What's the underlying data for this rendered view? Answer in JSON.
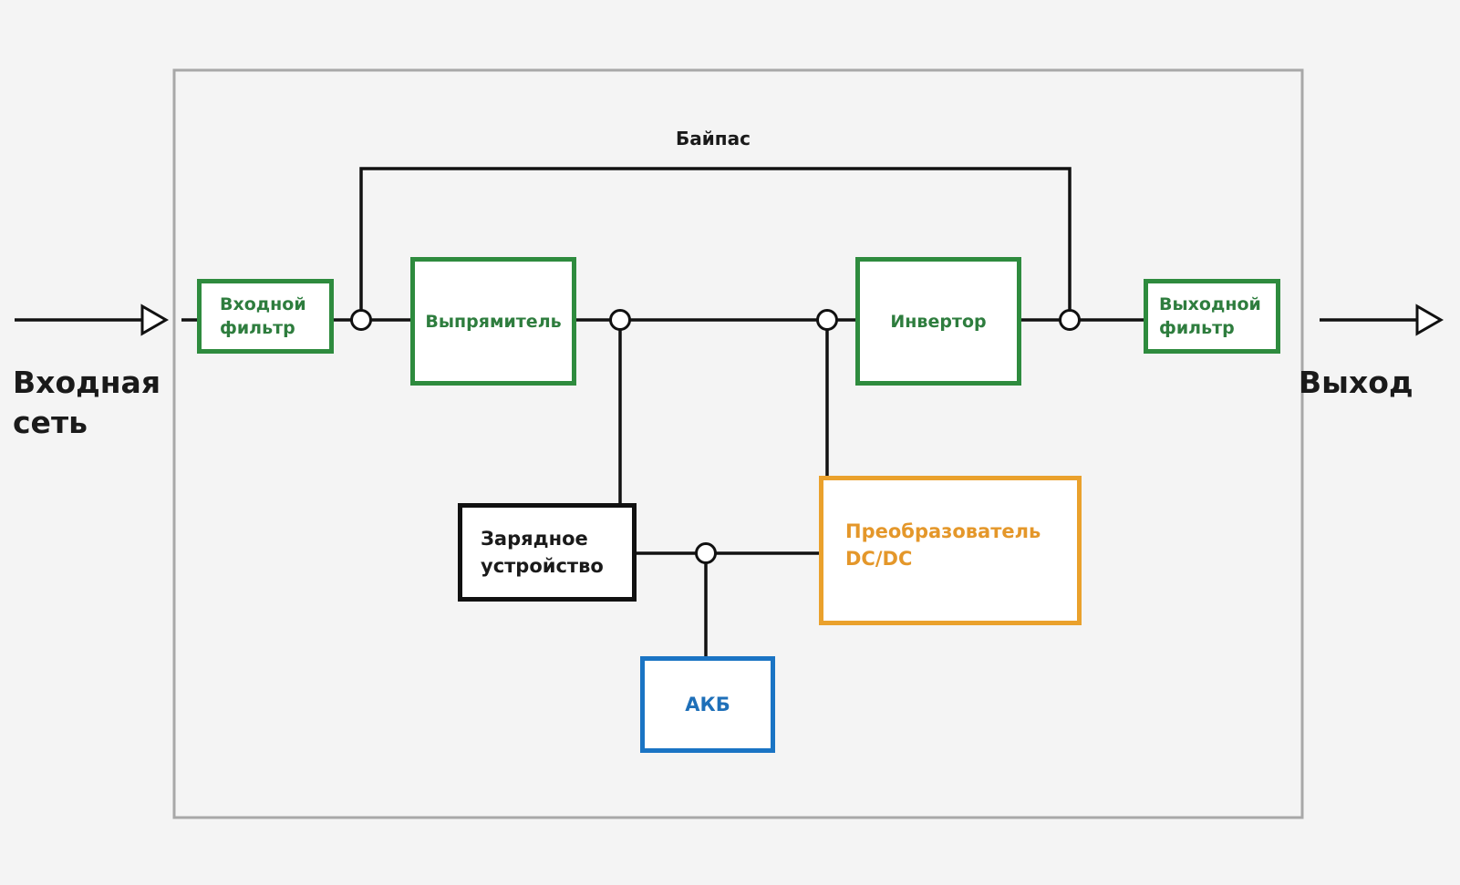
{
  "labels": {
    "input_network": "Входная\nсеть",
    "output": "Выход",
    "bypass": "Байпас"
  },
  "blocks": {
    "input_filter": "Входной\nфильтр",
    "rectifier": "Выпрямитель",
    "inverter": "Инвертор",
    "output_filter": "Выходной\nфильтр",
    "charger": "Зарядное\nустройство",
    "dcdc_converter": "Преобразователь\nDC/DC",
    "battery": "АКБ"
  },
  "colors": {
    "background": "#f4f4f4",
    "frame": "#a8a8a8",
    "wire": "#111111",
    "green": "#2e8b3e",
    "orange": "#eaa12c",
    "blue": "#1a74c4",
    "black": "#111111"
  }
}
